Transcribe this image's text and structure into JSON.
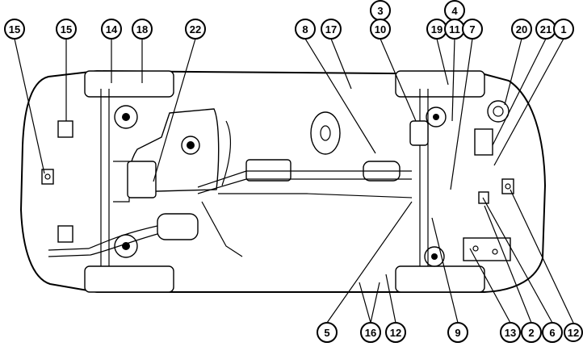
{
  "callouts": [
    {
      "id": "c15-left",
      "label": "15"
    },
    {
      "id": "c15-mid",
      "label": "15"
    },
    {
      "id": "c14",
      "label": "14"
    },
    {
      "id": "c18",
      "label": "18"
    },
    {
      "id": "c22",
      "label": "22"
    },
    {
      "id": "c8",
      "label": "8"
    },
    {
      "id": "c17",
      "label": "17"
    },
    {
      "id": "c3",
      "label": "3"
    },
    {
      "id": "c10",
      "label": "10"
    },
    {
      "id": "c4",
      "label": "4"
    },
    {
      "id": "c19",
      "label": "19"
    },
    {
      "id": "c11",
      "label": "11"
    },
    {
      "id": "c7",
      "label": "7"
    },
    {
      "id": "c20",
      "label": "20"
    },
    {
      "id": "c21",
      "label": "21"
    },
    {
      "id": "c1",
      "label": "1"
    },
    {
      "id": "c5",
      "label": "5"
    },
    {
      "id": "c16",
      "label": "16"
    },
    {
      "id": "c12-low",
      "label": "12"
    },
    {
      "id": "c9",
      "label": "9"
    },
    {
      "id": "c13",
      "label": "13"
    },
    {
      "id": "c2",
      "label": "2"
    },
    {
      "id": "c6",
      "label": "6"
    },
    {
      "id": "c12-right",
      "label": "12"
    }
  ]
}
